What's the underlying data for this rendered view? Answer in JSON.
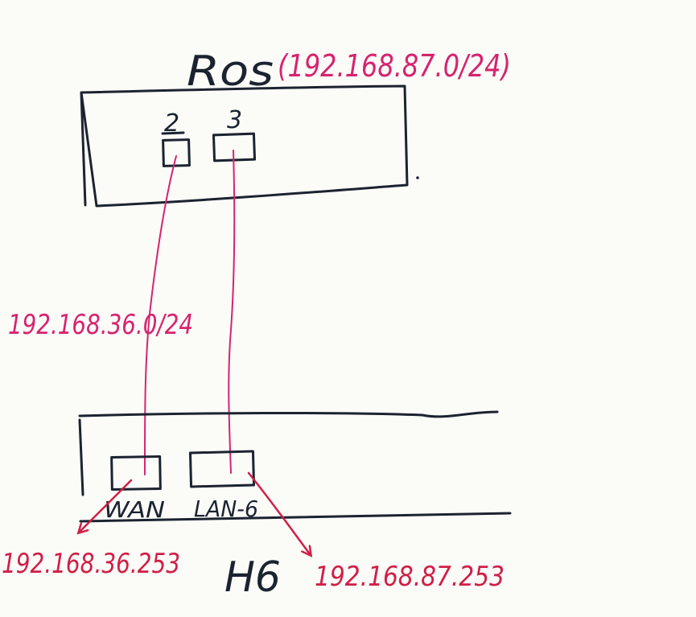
{
  "colors": {
    "dark_ink": "#1c2330",
    "pink_ink": "#d6246e",
    "red_ink": "#d01f47"
  },
  "router": {
    "label": "Ros",
    "subnet": "(192.168.87.0/24)",
    "ports": [
      {
        "label": "2"
      },
      {
        "label": "3"
      }
    ]
  },
  "link": {
    "subnet": "192.168.36.0/24"
  },
  "device": {
    "label": "H6",
    "ports": [
      {
        "label": "WAN",
        "ip": "192.168.36.253"
      },
      {
        "label": "LAN-6",
        "ip": "192.168.87.253"
      }
    ]
  }
}
